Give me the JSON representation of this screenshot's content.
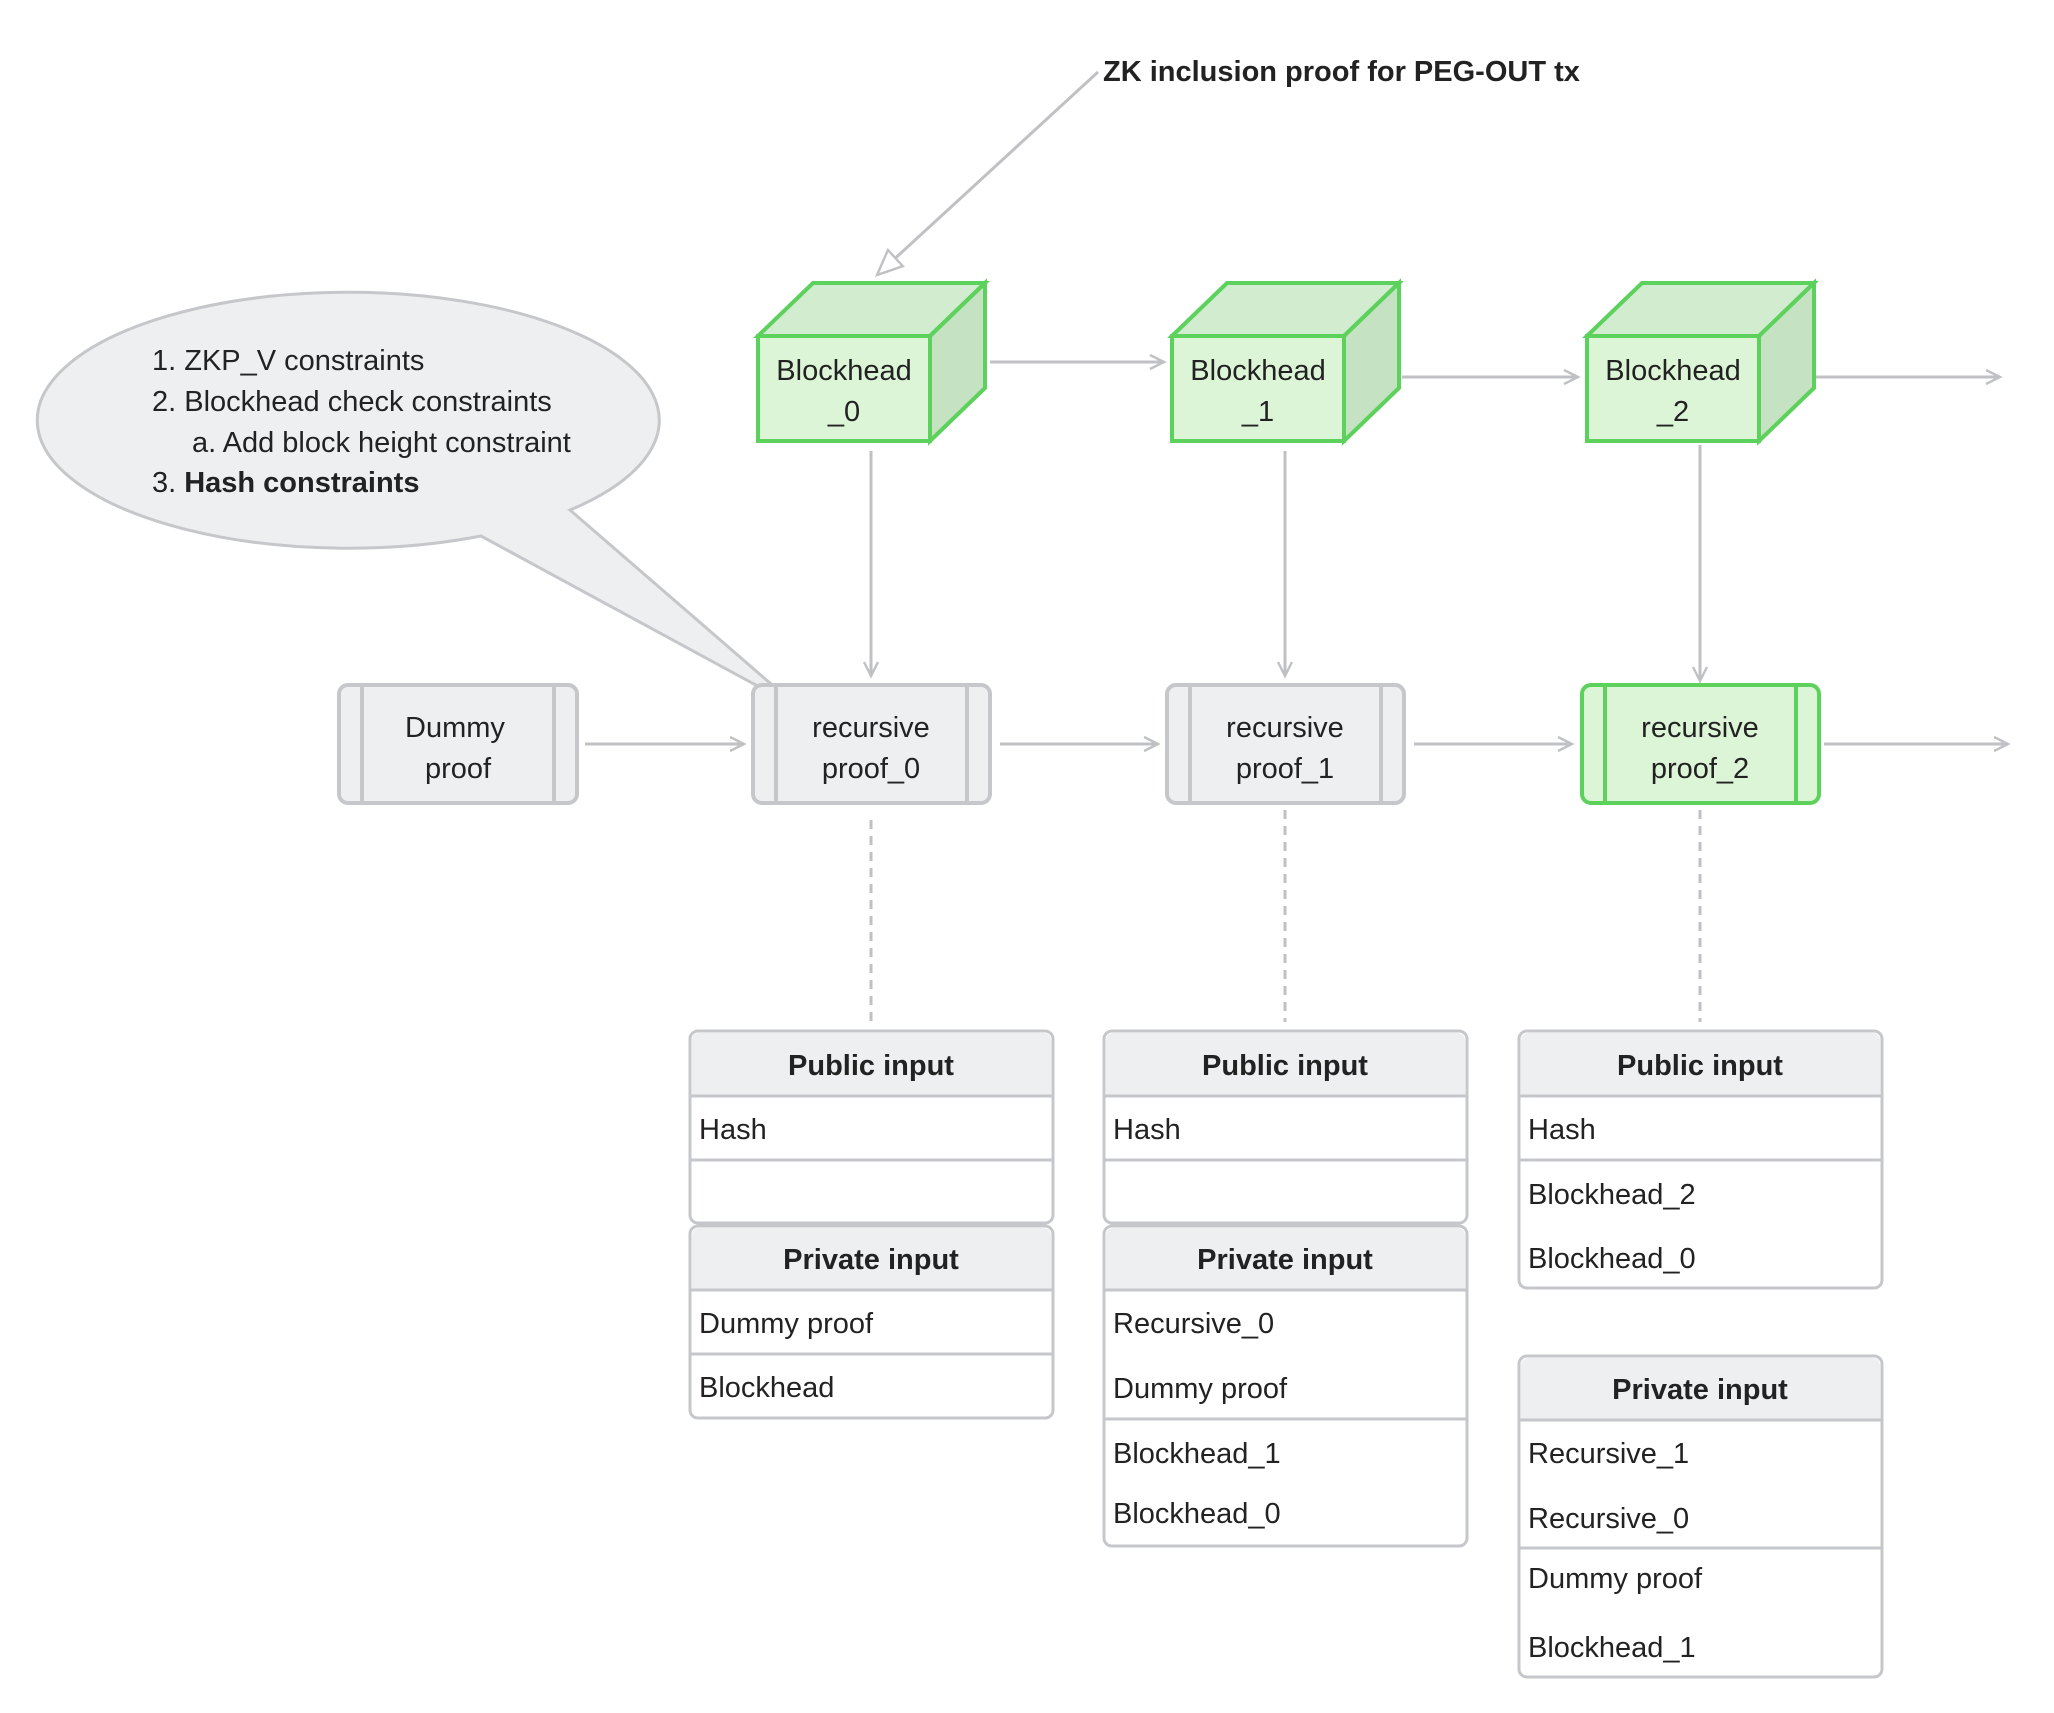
{
  "colors": {
    "green_stroke": "#5cd15c",
    "green_front": "#dcf5d7",
    "green_top": "#d1ecce",
    "green_side": "#c5e2c2",
    "gray_stroke": "#c6c7ca",
    "gray_fill": "#eeeff1",
    "line": "#c0c1c4",
    "text": "#222222"
  },
  "annotation": {
    "title": "ZK inclusion proof for PEG-OUT tx"
  },
  "bubble": {
    "item1": "1. ZKP_V constraints",
    "item2": "2. Blockhead check constraints",
    "item2a": "a. Add block height constraint",
    "item3_num": "3.",
    "item3": "Hash constraints"
  },
  "blocks": [
    {
      "line1": "Blockhead",
      "line2": "_0"
    },
    {
      "line1": "Blockhead",
      "line2": "_1"
    },
    {
      "line1": "Blockhead",
      "line2": "_2"
    }
  ],
  "dummy": {
    "line1": "Dummy",
    "line2": "proof"
  },
  "proofs": [
    {
      "line1": "recursive",
      "line2": "proof_0"
    },
    {
      "line1": "recursive",
      "line2": "proof_1"
    },
    {
      "line1": "recursive",
      "line2": "proof_2"
    }
  ],
  "tables": [
    {
      "public_header": "Public input",
      "public_rows": [
        "Hash",
        ""
      ],
      "private_header": "Private input",
      "private_rows": [
        "Dummy proof",
        "Blockhead"
      ]
    },
    {
      "public_header": "Public input",
      "public_rows": [
        "Hash",
        ""
      ],
      "private_header": "Private input",
      "private_rows": [
        "Recursive_0",
        "Dummy proof",
        "Blockhead_1",
        "Blockhead_0"
      ]
    },
    {
      "public_header": "Public input",
      "public_rows": [
        "Hash",
        "Blockhead_2",
        "Blockhead_0"
      ],
      "private_header": "Private input",
      "private_rows": [
        "Recursive_1",
        "Recursive_0",
        "Dummy proof",
        "Blockhead_1"
      ]
    }
  ]
}
